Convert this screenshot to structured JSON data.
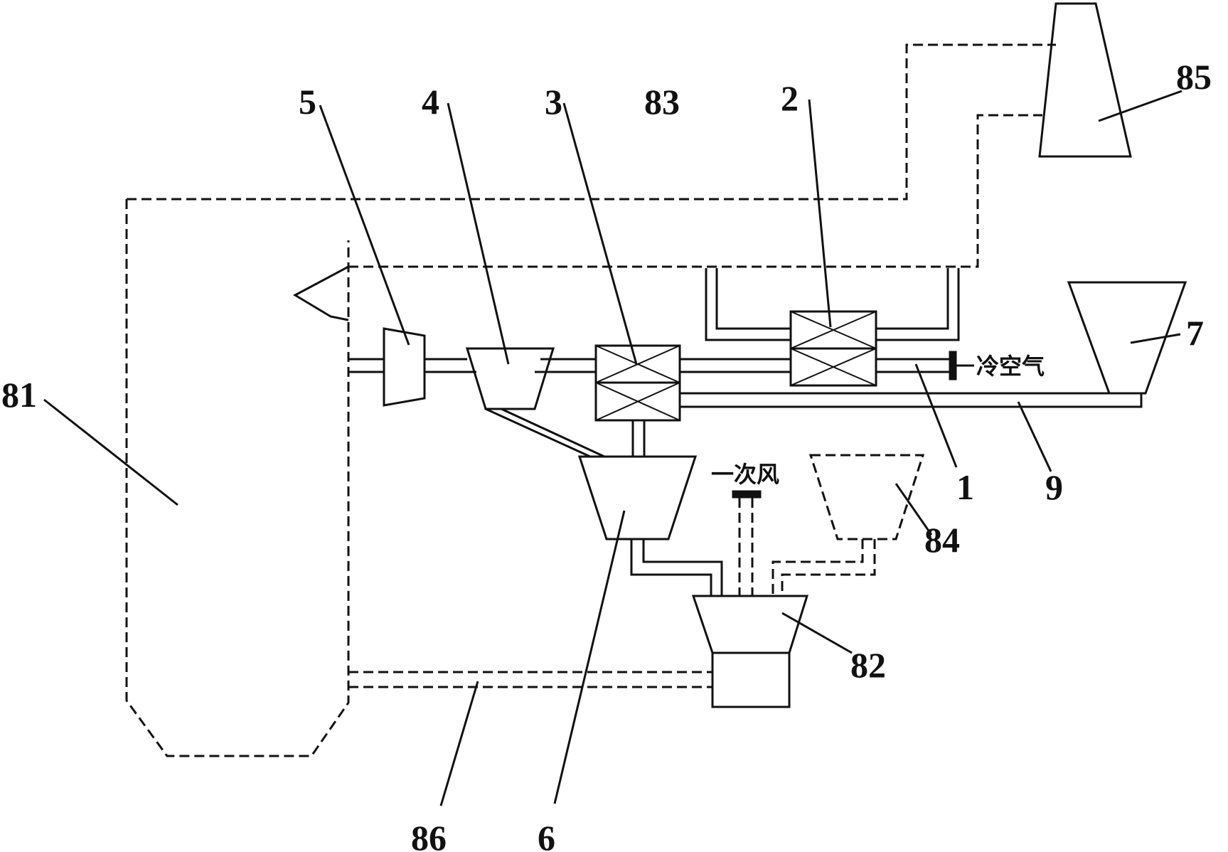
{
  "labels": {
    "l1": "1",
    "l2": "2",
    "l3": "3",
    "l4": "4",
    "l5": "5",
    "l6": "6",
    "l7": "7",
    "l9": "9",
    "l81": "81",
    "l82": "82",
    "l83": "83",
    "l84": "84",
    "l85": "85",
    "l86": "86",
    "cold_air": "冷空气",
    "primary_air": "一次风"
  }
}
